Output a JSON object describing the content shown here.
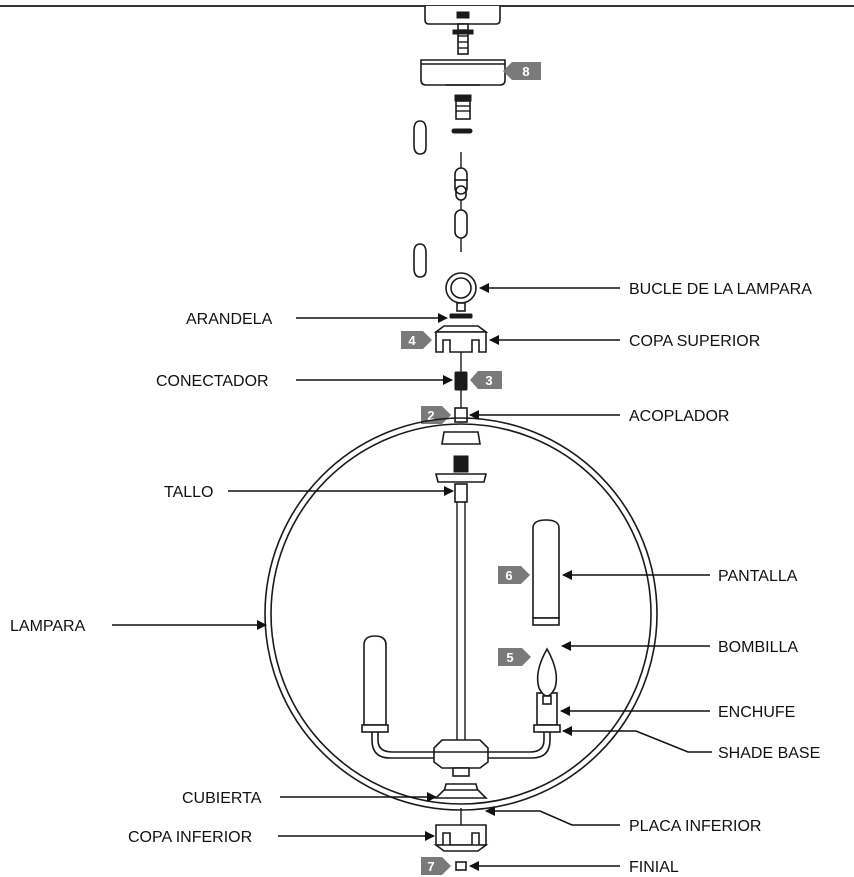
{
  "labels": {
    "bucle": "BUCLE DE LA LAMPARA",
    "arandela": "ARANDELA",
    "copa_superior": "COPA SUPERIOR",
    "conectador": "CONECTADOR",
    "acoplador": "ACOPLADOR",
    "tallo": "TALLO",
    "pantalla": "PANTALLA",
    "lampara": "LAMPARA",
    "bombilla": "BOMBILLA",
    "enchufe": "ENCHUFE",
    "shade_base": "SHADE BASE",
    "cubierta": "CUBIERTA",
    "placa_inferior": "PLACA INFERIOR",
    "copa_inferior": "COPA INFERIOR",
    "finial": "FINIAL"
  },
  "badges": {
    "b8": "8",
    "b4": "4",
    "b3": "3",
    "b2": "2",
    "b6": "6",
    "b5": "5",
    "b7": "7"
  },
  "colors": {
    "line": "#1a1a1a",
    "badge": "#7a7a7a",
    "background": "#ffffff"
  }
}
